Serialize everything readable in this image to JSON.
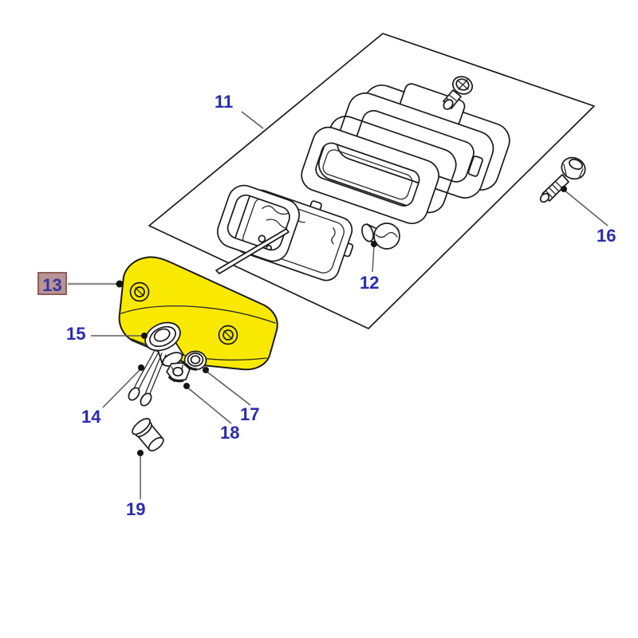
{
  "diagram": {
    "type": "exploded-parts-diagram",
    "description": "Number plate lamp assembly exploded view",
    "selected_callout": "13",
    "callouts": {
      "n11": "11",
      "n12": "12",
      "n13": "13",
      "n14": "14",
      "n15": "15",
      "n16": "16",
      "n17": "17",
      "n18": "18",
      "n19": "19"
    },
    "colors": {
      "callout_text": "#2a2ab0",
      "selected_box_background": "#b99494",
      "selected_box_border": "#8d5f5f",
      "highlight_part_fill": "#f9e900",
      "line_art": "#1a1a1a",
      "leader_line": "#5a5a5a",
      "background": "#ffffff"
    }
  }
}
